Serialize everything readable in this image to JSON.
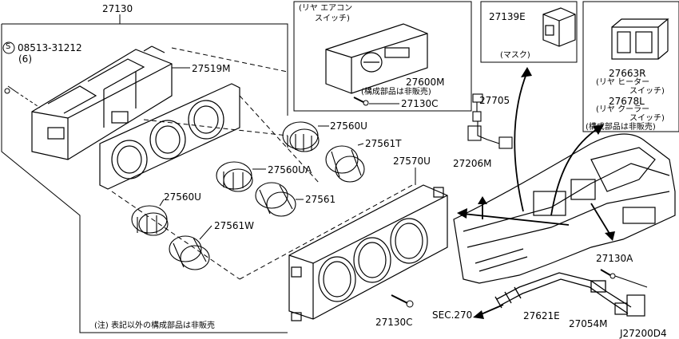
{
  "labels": {
    "assembly": "27130",
    "screw_part": "08513-31212",
    "screw_qty": "(6)",
    "screw_prefix": "S",
    "bracket": "27519M",
    "rear_ac_switch_jp": "(リヤ エアコン",
    "rear_ac_switch_jp2": "スイッチ)",
    "switch_27600m": "27600M",
    "not_sold_1": "(構成部品は非販売)",
    "screw_27130c_top": "27130C",
    "mask_part": "27139E",
    "mask_jp": "(マスク)",
    "rear_heater_part": "27663R",
    "rear_heater_jp": "(リヤ ヒーター",
    "rear_heater_jp2": "スイッチ)",
    "rear_cooler_part": "27678L",
    "rear_cooler_jp": "(リヤ クーラー",
    "rear_cooler_jp2": "スイッチ)",
    "not_sold_2": "(構成部品は非販売)",
    "knob_27560u_a": "27560U",
    "knob_27561t": "27561T",
    "knob_27560ua": "27560UA",
    "knob_27561": "27561",
    "knob_27560u_b": "27560U",
    "knob_27561w": "27561W",
    "panel_27570u": "27570U",
    "part_27705": "27705",
    "part_27206m": "27206M",
    "part_27130a": "27130A",
    "screw_27130c_bottom": "27130C",
    "sec_ref": "SEC.270",
    "hose_27621e": "27621E",
    "clip_27054m": "27054M",
    "note": "(注) 表記以外の構成部品は非販売",
    "diagram_id": "J27200D4"
  }
}
